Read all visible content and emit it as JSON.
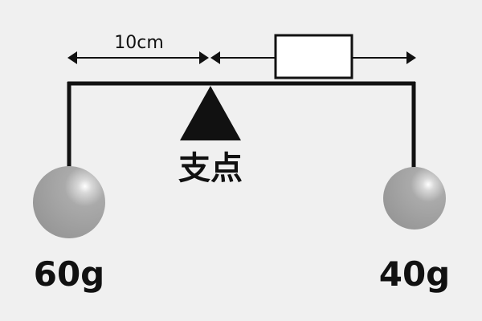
{
  "diagram": {
    "left_distance_label": "10cm",
    "fulcrum_label": "支点",
    "left_mass_label": "60g",
    "right_mass_label": "40g",
    "unknown_distance_box": "",
    "colors": {
      "background": "#f0f0f0",
      "line": "#111111",
      "weight": "#a6a6a6",
      "box_fill": "#ffffff"
    }
  }
}
